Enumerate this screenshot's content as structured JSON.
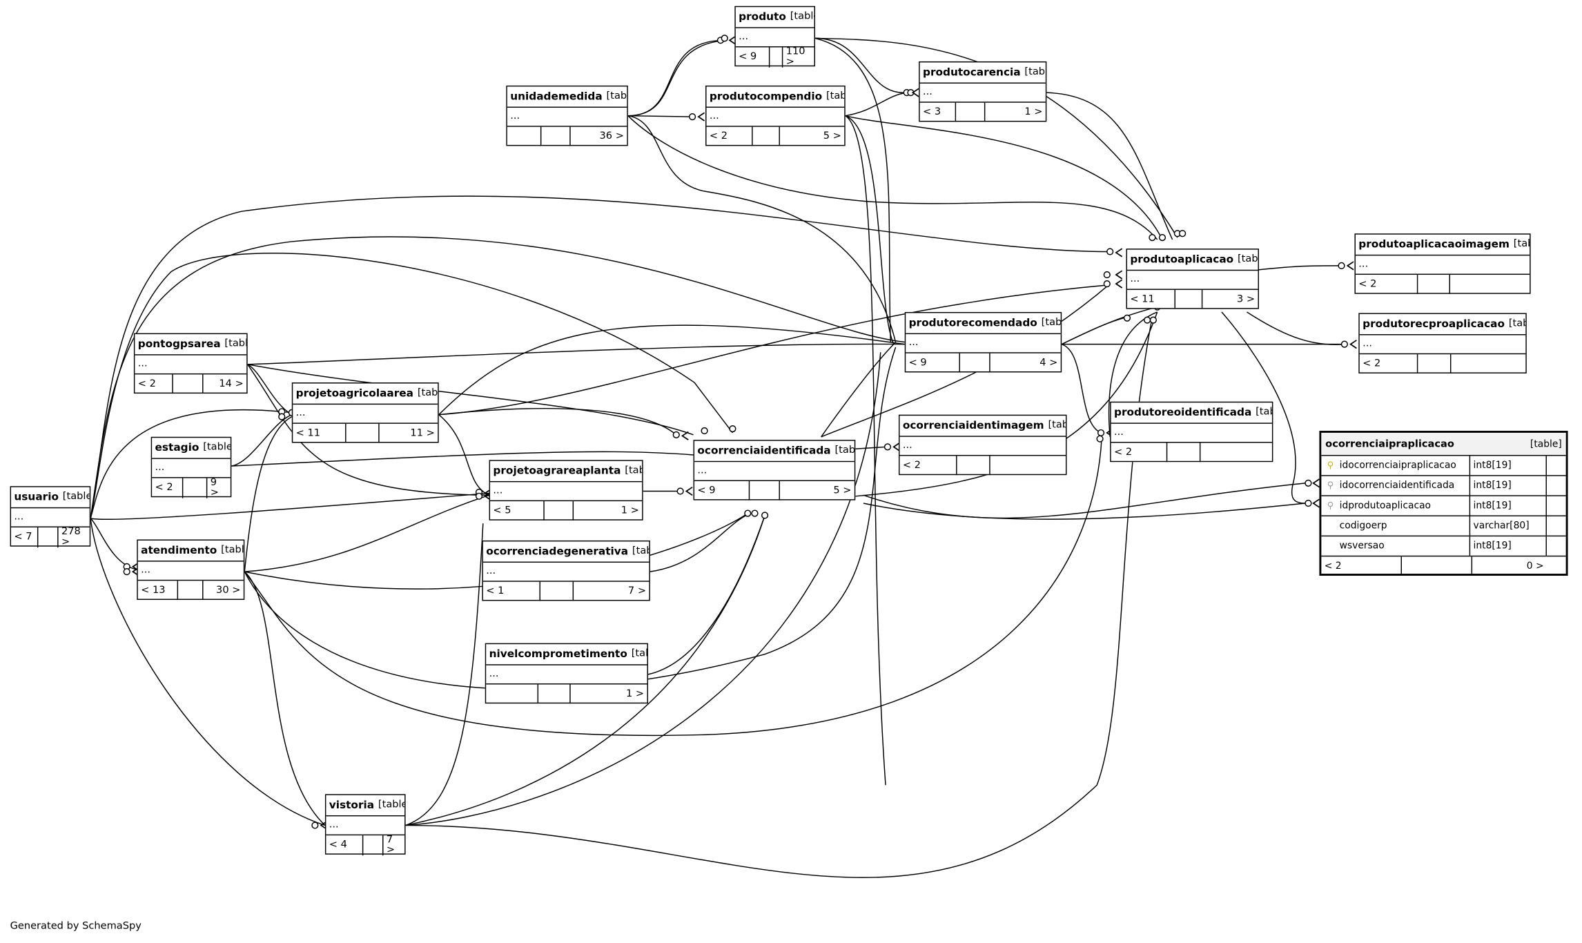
{
  "footer": {
    "generated_by": "Generated by SchemaSpy"
  },
  "tables": [
    {
      "id": "usuario",
      "name": "usuario",
      "kind": "[table]",
      "body": "...",
      "parents": "< 7",
      "mid": "",
      "children": "278 >"
    },
    {
      "id": "pontogpsarea",
      "name": "pontogpsarea",
      "kind": "[table]",
      "body": "...",
      "parents": "< 2",
      "mid": "",
      "children": "14 >"
    },
    {
      "id": "estagio",
      "name": "estagio",
      "kind": "[table]",
      "body": "...",
      "parents": "< 2",
      "mid": "",
      "children": "9 >"
    },
    {
      "id": "atendimento",
      "name": "atendimento",
      "kind": "[table]",
      "body": "...",
      "parents": "< 13",
      "mid": "",
      "children": "30 >"
    },
    {
      "id": "projetoagricolaarea",
      "name": "projetoagricolaarea",
      "kind": "[table]",
      "body": "...",
      "parents": "< 11",
      "mid": "",
      "children": "11 >"
    },
    {
      "id": "projetoagrareaplanta",
      "name": "projetoagrareaplanta",
      "kind": "[table]",
      "body": "...",
      "parents": "< 5",
      "mid": "",
      "children": "1 >"
    },
    {
      "id": "ocorrenciadegenerativa",
      "name": "ocorrenciadegenerativa",
      "kind": "[table]",
      "body": "...",
      "parents": "< 1",
      "mid": "",
      "children": "7 >"
    },
    {
      "id": "nivelcomprometimento",
      "name": "nivelcomprometimento",
      "kind": "[table]",
      "body": "...",
      "parents": "",
      "mid": "",
      "children": "1 >"
    },
    {
      "id": "vistoria",
      "name": "vistoria",
      "kind": "[table]",
      "body": "...",
      "parents": "< 4",
      "mid": "",
      "children": "7 >"
    },
    {
      "id": "unidademedida",
      "name": "unidademedida",
      "kind": "[table]",
      "body": "...",
      "parents": "",
      "mid": "",
      "children": "36 >"
    },
    {
      "id": "produto",
      "name": "produto",
      "kind": "[table]",
      "body": "...",
      "parents": "< 9",
      "mid": "",
      "children": "110 >"
    },
    {
      "id": "produtocompendio",
      "name": "produtocompendio",
      "kind": "[table]",
      "body": "...",
      "parents": "< 2",
      "mid": "",
      "children": "5 >"
    },
    {
      "id": "produtocarencia",
      "name": "produtocarencia",
      "kind": "[table]",
      "body": "...",
      "parents": "< 3",
      "mid": "",
      "children": "1 >"
    },
    {
      "id": "ocorrenciaidentificada",
      "name": "ocorrenciaidentificada",
      "kind": "[table]",
      "body": "...",
      "parents": "< 9",
      "mid": "",
      "children": "5 >"
    },
    {
      "id": "produtorecomendado",
      "name": "produtorecomendado",
      "kind": "[table]",
      "body": "...",
      "parents": "< 9",
      "mid": "",
      "children": "4 >"
    },
    {
      "id": "ocorrenciaidentimagem",
      "name": "ocorrenciaidentimagem",
      "kind": "[table]",
      "body": "...",
      "parents": "< 2",
      "mid": "",
      "children": ""
    },
    {
      "id": "produtoaplicacao",
      "name": "produtoaplicacao",
      "kind": "[table]",
      "body": "...",
      "parents": "< 11",
      "mid": "",
      "children": "3 >"
    },
    {
      "id": "produtoreoidentificada",
      "name": "produtoreoidentificada",
      "kind": "[table]",
      "body": "...",
      "parents": "< 2",
      "mid": "",
      "children": ""
    },
    {
      "id": "produtoaplicacaoimagem",
      "name": "produtoaplicacaoimagem",
      "kind": "[table]",
      "body": "...",
      "parents": "< 2",
      "mid": "",
      "children": ""
    },
    {
      "id": "produtorecproaplicacao",
      "name": "produtorecproaplicacao",
      "kind": "[table]",
      "body": "...",
      "parents": "< 2",
      "mid": "",
      "children": ""
    }
  ],
  "focus_table": {
    "name": "ocorrenciaipraplicacao",
    "kind": "[table]",
    "columns": [
      {
        "name": "idocorrenciaipraplicacao",
        "type": "int8[19]",
        "icon": "primary-key-icon"
      },
      {
        "name": "idocorrenciaidentificada",
        "type": "int8[19]",
        "icon": "foreign-key-icon"
      },
      {
        "name": "idprodutoaplicacao",
        "type": "int8[19]",
        "icon": "foreign-key-icon"
      },
      {
        "name": "codigoerp",
        "type": "varchar[80]",
        "icon": ""
      },
      {
        "name": "wsversao",
        "type": "int8[19]",
        "icon": ""
      }
    ],
    "parents": "< 2",
    "mid": "",
    "children": "0 >"
  }
}
